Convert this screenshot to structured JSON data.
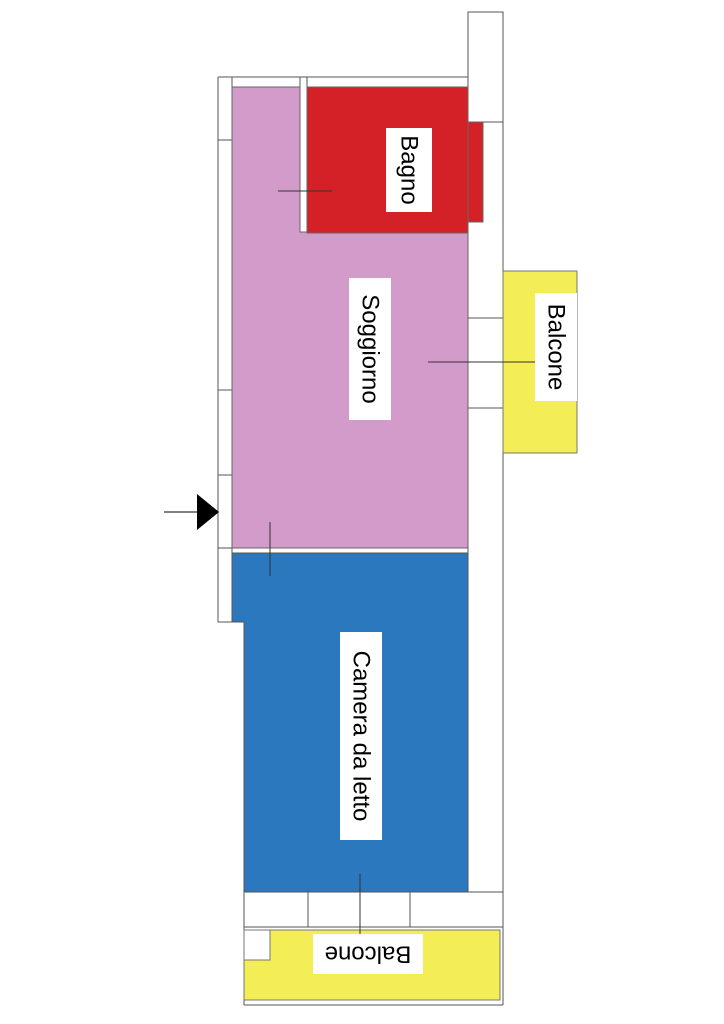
{
  "floorplan": {
    "rooms": [
      {
        "id": "bagno",
        "label": "Bagno",
        "color": "#d42127"
      },
      {
        "id": "soggiorno",
        "label": "Soggiorno",
        "color": "#d29bc9"
      },
      {
        "id": "balcone_est",
        "label": "Balcone",
        "color": "#f3ee55"
      },
      {
        "id": "camera",
        "label": "Camera da letto",
        "color": "#2b78be"
      },
      {
        "id": "balcone_sud",
        "label": "Balcone",
        "color": "#f3ee55"
      }
    ],
    "entrance_icon": "entrance-arrow-icon"
  }
}
